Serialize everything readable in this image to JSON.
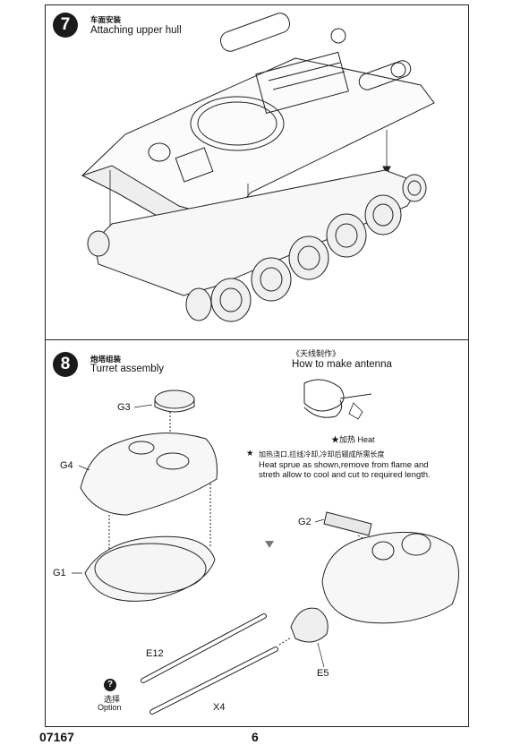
{
  "step7": {
    "number": "7",
    "title_zh": "车面安装",
    "title_en": "Attaching upper hull"
  },
  "step8": {
    "number": "8",
    "title_zh": "炮塔组装",
    "title_en": "Turret assembly",
    "parts": {
      "g3": "G3",
      "g4": "G4",
      "g1": "G1",
      "g2": "G2",
      "e12": "E12",
      "x4": "X4",
      "e5": "E5"
    },
    "antenna": {
      "title_zh": "《天线制作》",
      "title_en": "How to make antenna",
      "heat_label": "★加热 Heat",
      "note_zh": "加热浇口,拉线冷却,冷却后辍成所需长度",
      "note_en_line1": "Heat sprue as shown,remove from flame and",
      "note_en_line2": "streth allow to cool and cut to required length."
    },
    "option": {
      "icon": "?",
      "label_zh": "选择",
      "label_en": "Option"
    }
  },
  "footer": {
    "code": "07167",
    "page": "6"
  }
}
